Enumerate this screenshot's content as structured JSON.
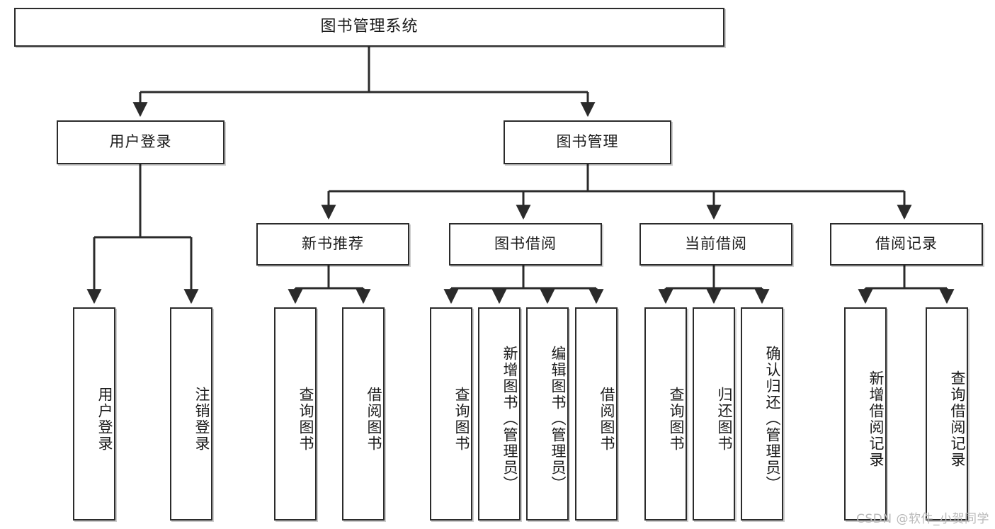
{
  "diagram": {
    "title": "图书管理系统",
    "type": "tree",
    "watermark": "CSDN @软件_小贺同学",
    "stroke_color": "#2b2b2b",
    "background_color": "#ffffff",
    "text_color": "#1a1a1a"
  },
  "nodes": {
    "root": {
      "label": "图书管理系统",
      "level": 0
    },
    "level1": [
      {
        "id": "user-login",
        "label": "用户登录",
        "level": 1
      },
      {
        "id": "book-management",
        "label": "图书管理",
        "level": 1
      }
    ],
    "level2": [
      {
        "id": "new-book-recommend",
        "label": "新书推荐",
        "level": 2,
        "parent": "book-management"
      },
      {
        "id": "book-borrow",
        "label": "图书借阅",
        "level": 2,
        "parent": "book-management"
      },
      {
        "id": "current-borrow",
        "label": "当前借阅",
        "level": 2,
        "parent": "book-management"
      },
      {
        "id": "borrow-record",
        "label": "借阅记录",
        "level": 2,
        "parent": "book-management"
      }
    ],
    "leaves": [
      {
        "id": "leaf-user-login",
        "label": "用户登录",
        "parent": "user-login"
      },
      {
        "id": "leaf-logout-login",
        "label": "注销登录",
        "parent": "user-login"
      },
      {
        "id": "leaf-query-book-1",
        "label": "查询图书",
        "parent": "new-book-recommend"
      },
      {
        "id": "leaf-borrow-book-1",
        "label": "借阅图书",
        "parent": "new-book-recommend"
      },
      {
        "id": "leaf-query-book-2",
        "label": "查询图书",
        "parent": "book-borrow"
      },
      {
        "id": "leaf-add-book",
        "label": "新增图书（管理员）",
        "parent": "book-borrow"
      },
      {
        "id": "leaf-edit-book",
        "label": "编辑图书（管理员）",
        "parent": "book-borrow"
      },
      {
        "id": "leaf-borrow-book-2",
        "label": "借阅图书",
        "parent": "book-borrow"
      },
      {
        "id": "leaf-query-book-3",
        "label": "查询图书",
        "parent": "current-borrow"
      },
      {
        "id": "leaf-return-book",
        "label": "归还图书",
        "parent": "current-borrow"
      },
      {
        "id": "leaf-confirm-return",
        "label": "确认归还（管理员）",
        "parent": "current-borrow"
      },
      {
        "id": "leaf-add-record",
        "label": "新增借阅记录",
        "parent": "borrow-record"
      },
      {
        "id": "leaf-query-record",
        "label": "查询借阅记录",
        "parent": "borrow-record"
      }
    ]
  }
}
